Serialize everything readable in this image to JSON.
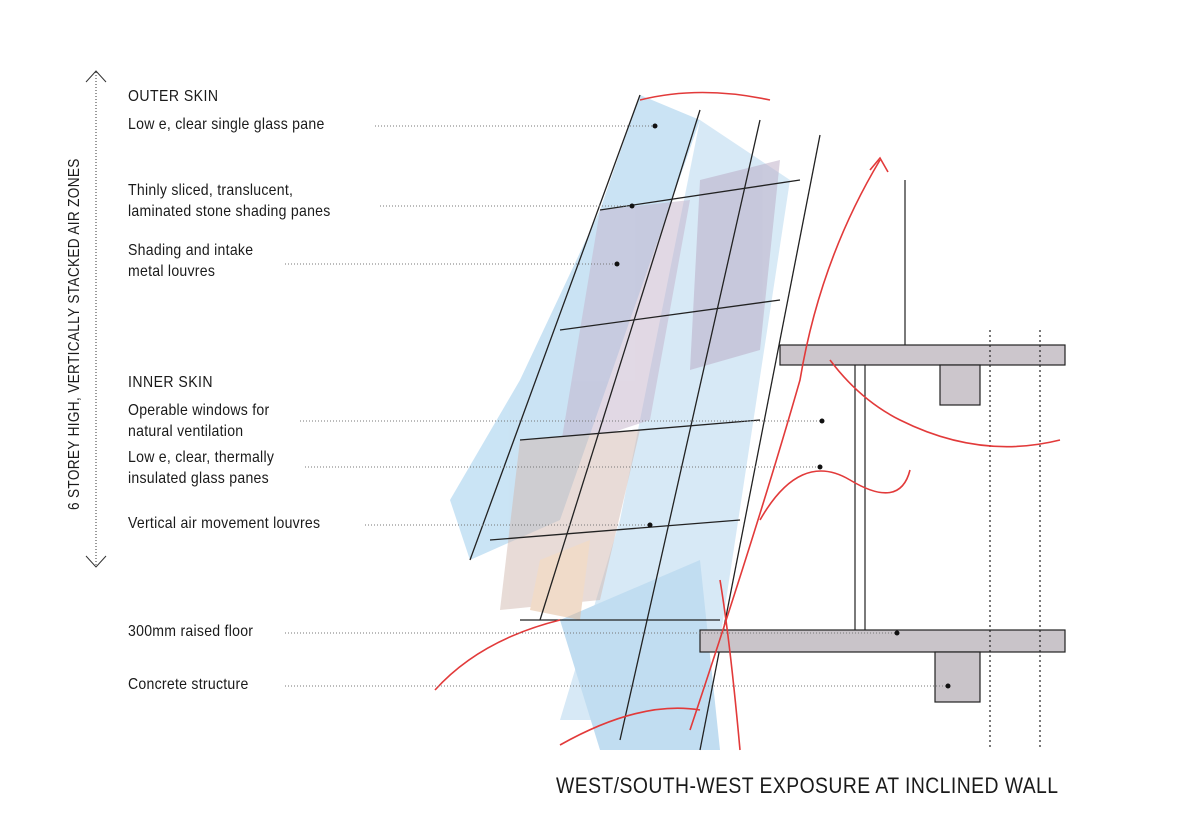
{
  "dimension_label": "6 STOREY HIGH, VERTICALLY STACKED AIR ZONES",
  "outer_skin": {
    "heading": "OUTER SKIN",
    "items": [
      {
        "lines": [
          "Low e, clear single glass pane"
        ]
      },
      {
        "lines": [
          "Thinly sliced, translucent,",
          "laminated stone shading panes"
        ]
      },
      {
        "lines": [
          "Shading and intake",
          "metal louvres"
        ]
      }
    ]
  },
  "inner_skin": {
    "heading": "INNER SKIN",
    "items": [
      {
        "lines": [
          "Operable windows for",
          "natural ventilation"
        ]
      },
      {
        "lines": [
          "Low e, clear, thermally",
          "insulated glass panes"
        ]
      },
      {
        "lines": [
          "Vertical air movement louvres"
        ]
      }
    ]
  },
  "other_labels": [
    "300mm raised floor",
    "Concrete structure"
  ],
  "caption": "WEST/SOUTH-WEST EXPOSURE AT INCLINED WALL",
  "colors": {
    "airflow": "#e23a3a",
    "glass": "#8fc3e6",
    "stone": "#b9a9c4",
    "ink": "#1a1a1a"
  }
}
